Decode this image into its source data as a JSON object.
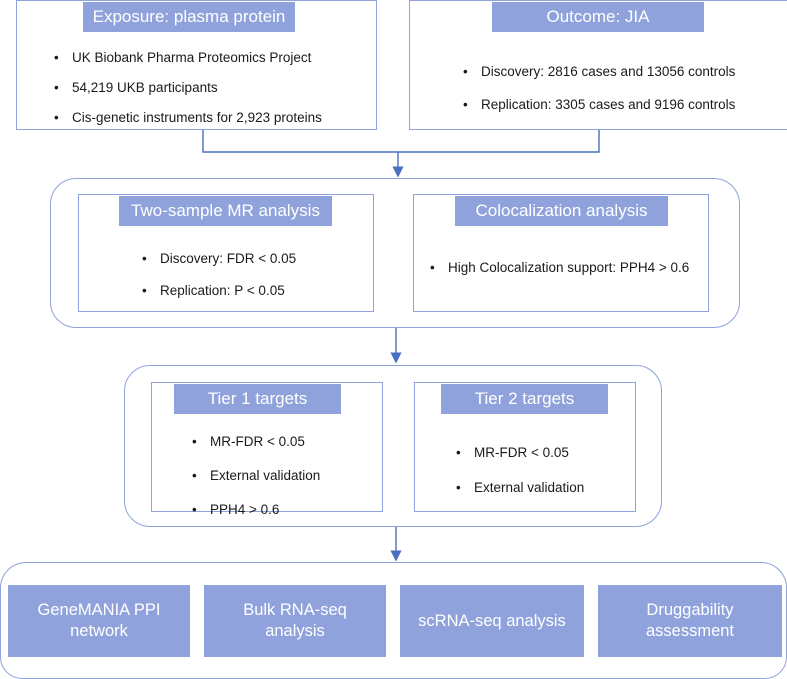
{
  "exposure": {
    "header": "Exposure: plasma protein",
    "items": [
      "UK Biobank Pharma Proteomics Project",
      "54,219 UKB participants",
      "Cis-genetic instruments for 2,923 proteins"
    ]
  },
  "outcome": {
    "header": "Outcome: JIA",
    "items": [
      "Discovery: 2816 cases and 13056 controls",
      "Replication: 3305 cases and 9196 controls"
    ]
  },
  "mr": {
    "header": "Two-sample MR analysis",
    "items": [
      "Discovery: FDR < 0.05",
      "Replication: P < 0.05"
    ]
  },
  "coloc": {
    "header": "Colocalization analysis",
    "items": [
      "High Colocalization support: PPH4 > 0.6"
    ]
  },
  "tier1": {
    "header": "Tier 1 targets",
    "items": [
      "MR-FDR < 0.05",
      "External validation",
      "PPH4 > 0.6"
    ]
  },
  "tier2": {
    "header": "Tier 2 targets",
    "items": [
      "MR-FDR < 0.05",
      "External validation"
    ]
  },
  "downstream": [
    {
      "line1": "GeneMANIA PPI",
      "line2": "network"
    },
    {
      "line1": "Bulk RNA-seq",
      "line2": "analysis"
    },
    {
      "line1": "scRNA-seq analysis",
      "line2": ""
    },
    {
      "line1": "Druggability",
      "line2": "assessment"
    }
  ],
  "colors": {
    "accent": "#8fa2dc",
    "connector": "#4a6fc1"
  }
}
